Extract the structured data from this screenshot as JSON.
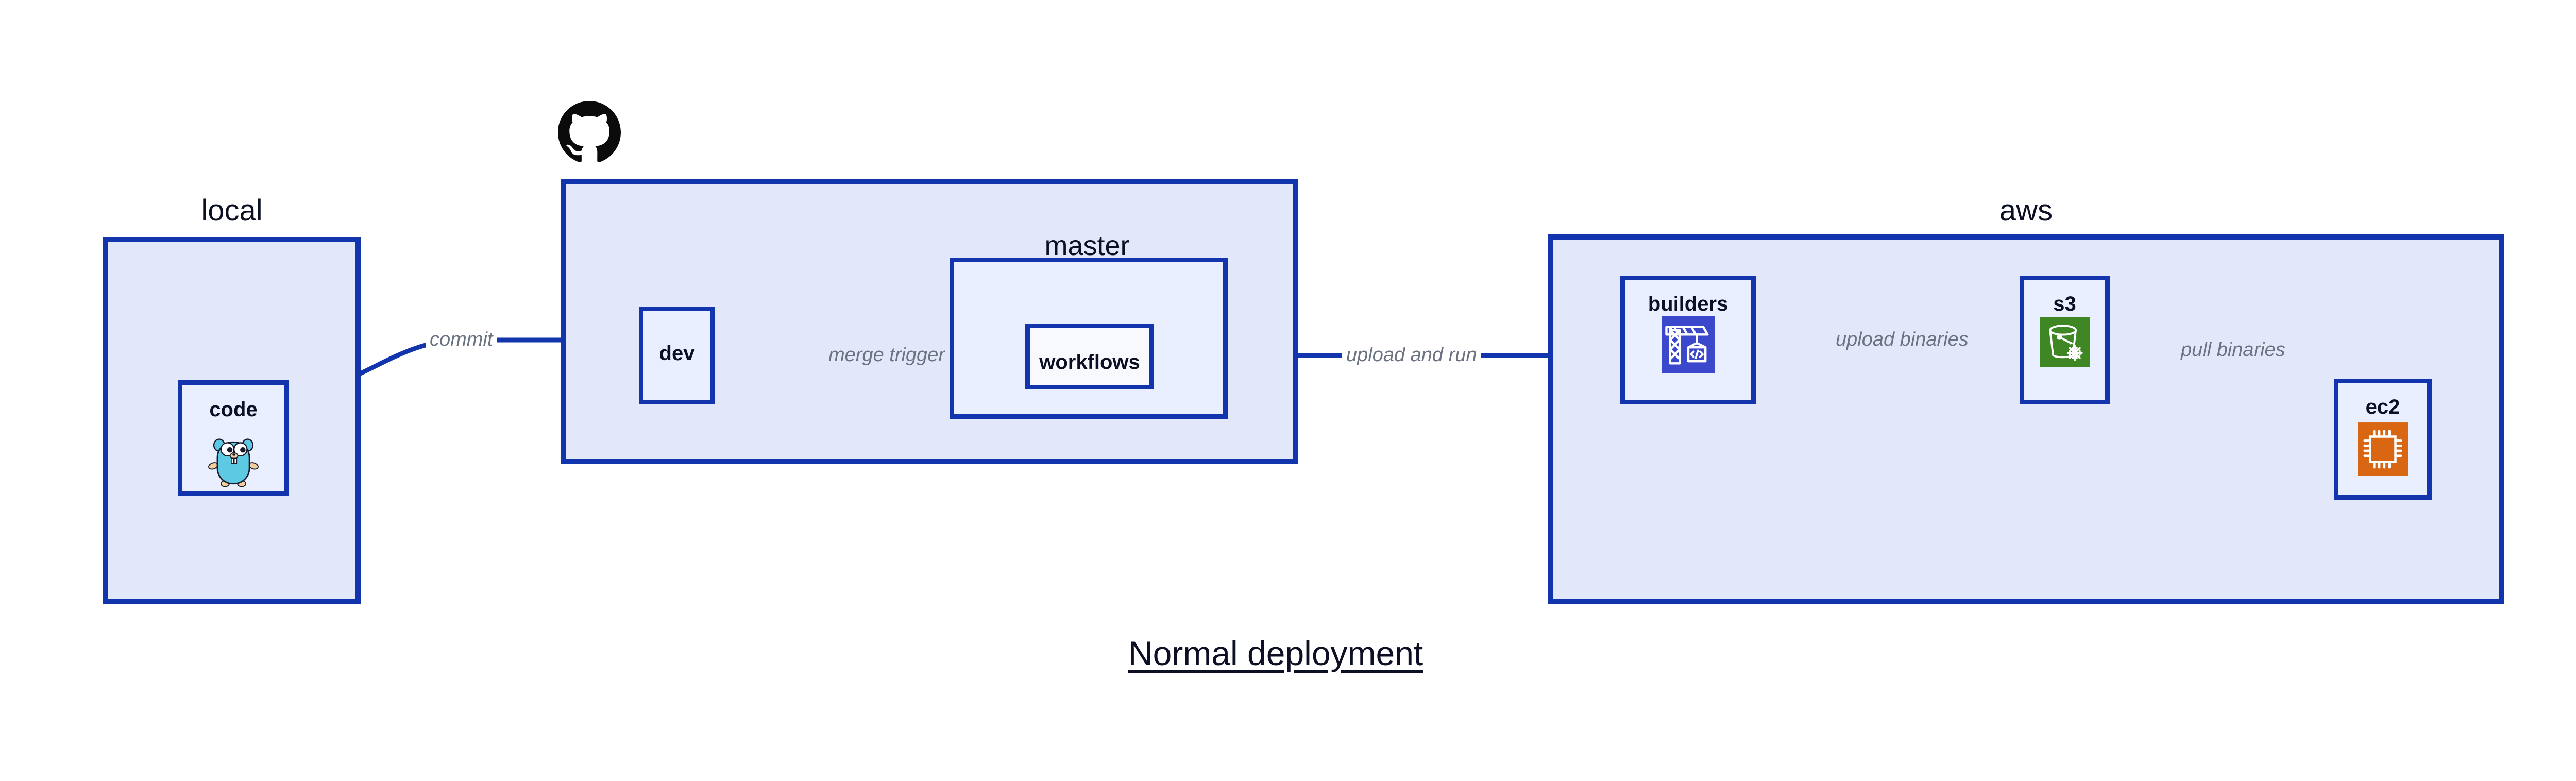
{
  "caption": "Normal deployment",
  "groups": [
    {
      "id": "local",
      "label": "local"
    },
    {
      "id": "github",
      "label": "github"
    },
    {
      "id": "aws",
      "label": "aws"
    }
  ],
  "subgroups": [
    {
      "id": "master",
      "label": "master",
      "parent": "github"
    }
  ],
  "nodes": [
    {
      "id": "code",
      "label": "code",
      "icon": "go-gopher-icon",
      "parent": "local"
    },
    {
      "id": "dev",
      "label": "dev",
      "icon": null,
      "parent": "github"
    },
    {
      "id": "workflows",
      "label": "workflows",
      "icon": null,
      "parent": "master"
    },
    {
      "id": "builders",
      "label": "builders",
      "icon": "aws-codebuild-icon",
      "parent": "aws"
    },
    {
      "id": "s3",
      "label": "s3",
      "icon": "aws-s3-glacier-icon",
      "parent": "aws"
    },
    {
      "id": "ec2",
      "label": "ec2",
      "icon": "aws-ec2-icon",
      "parent": "aws"
    }
  ],
  "edges": [
    {
      "id": "commit",
      "label": "commit",
      "from": "code",
      "to": "dev"
    },
    {
      "id": "merge-trigger",
      "label": "merge trigger",
      "from": "dev",
      "to": "workflows"
    },
    {
      "id": "upload-and-run",
      "label": "upload and run",
      "from": "workflows",
      "to": "builders"
    },
    {
      "id": "upload-binaries",
      "label": "upload binaries",
      "from": "builders",
      "to": "s3"
    },
    {
      "id": "pull-binaries",
      "label": "pull binaries",
      "from": "s3",
      "to": "ec2"
    }
  ],
  "logos": [
    {
      "id": "github-logo",
      "name": "github-octocat-icon"
    }
  ],
  "colors": {
    "border": "#1234ad",
    "group_fill": "#e2e8fa",
    "node_fill": "#eaefff",
    "plain_fill": "#f7f9fd",
    "edge": "#1234ad",
    "edge_label": "#6b7280",
    "text": "#0d1024",
    "codebuild": "#3b48cc",
    "s3": "#3f8624",
    "ec2": "#d86613",
    "gopher": "#5dc9e2"
  }
}
